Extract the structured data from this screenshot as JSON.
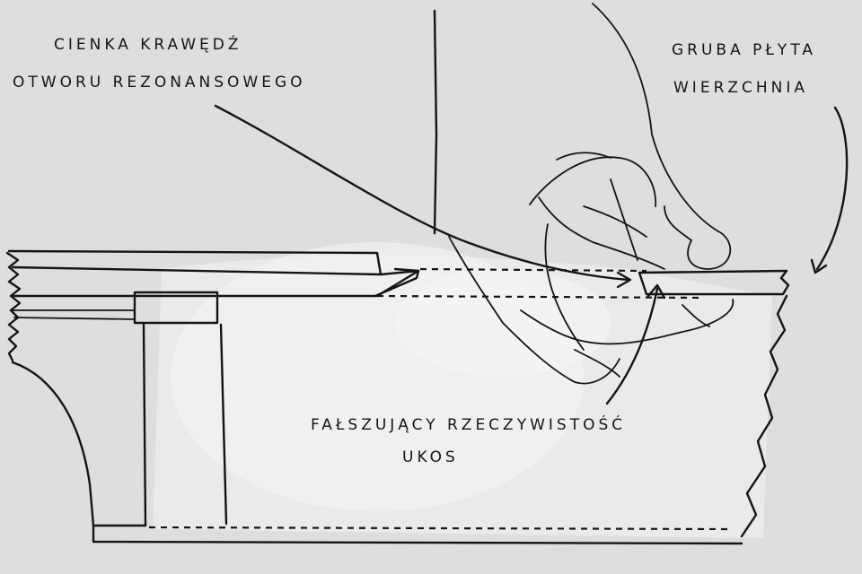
{
  "labels": {
    "thin_edge_line1": "CIENKA KRAWĘDŹ",
    "thin_edge_line2": "OTWORU REZONANSOWEGO",
    "thick_top_line1": "GRUBA PŁYTA",
    "thick_top_line2": "WIERZCHNIA",
    "bevel_line1": "FAŁSZUJĄCY RZECZYWISTOŚĆ",
    "bevel_line2": "UKOS"
  },
  "colors": {
    "paper": "#dedede",
    "ink": "#141414",
    "speckle": "#f4f4f4"
  }
}
